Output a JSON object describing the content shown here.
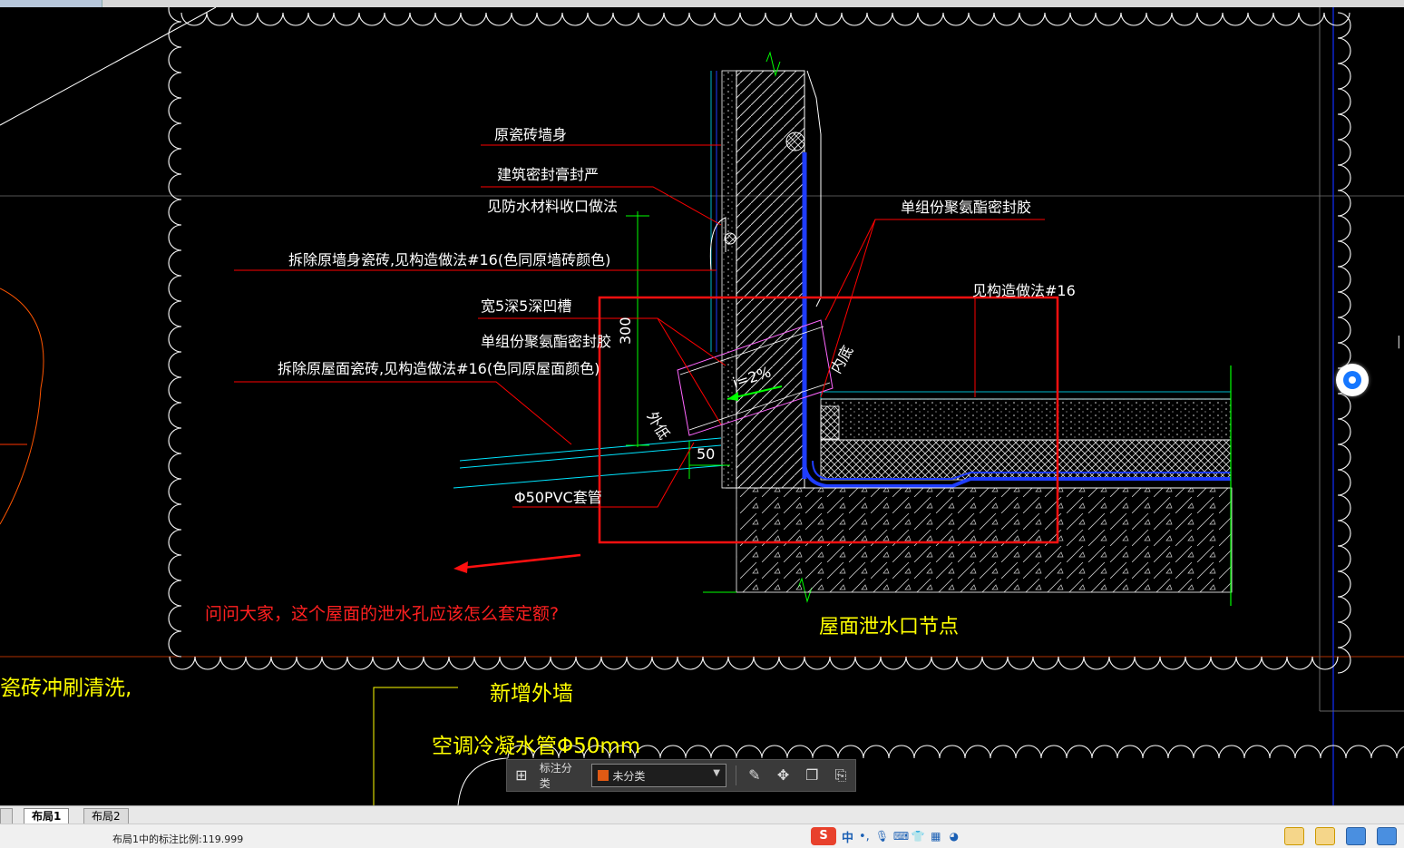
{
  "window": {
    "title_tab": ""
  },
  "drawing": {
    "labels": {
      "orig_wall": "原瓷砖墙身",
      "sealant": "建筑密封膏封严",
      "waterproof_edge": "见防水材料收口做法",
      "remove_wall_tile": "拆除原墙身瓷砖,见构造做法#16(色同原墙砖颜色)",
      "groove": "宽5深5深凹槽",
      "pu_seal_left": "单组份聚氨酯密封胶",
      "remove_roof_tile": "拆除原屋面瓷砖,见构造做法#16(色同原屋面颜色)",
      "pu_seal_right": "单组份聚氨酯密封胶",
      "see_detail": "见构造做法#16",
      "dim_300": "300",
      "slope": "i=2%",
      "inner_bottom": "内底",
      "outer_bottom": "外低",
      "dim_50": "50",
      "pvc_pipe": "Φ50PVC套管",
      "node_title": "屋面泄水口节点",
      "question": "问问大家，这个屋面的泄水孔应该怎么套定额?",
      "tile_wash": "瓷砖冲刷清洗,",
      "new_wall": "新增外墙",
      "ac_pipe": "空调冷凝水管Φ50mm"
    }
  },
  "annotation_toolbar": {
    "category_label": "标注分类",
    "category_value": "未分类",
    "swatch_color": "#e05a14"
  },
  "layout_tabs": {
    "tab1": "布局1",
    "tab2": "布局2"
  },
  "status": {
    "scale_text": "布局1中的标注比例:119.999"
  },
  "ime": {
    "logo": "S",
    "lang": "中",
    "punct": "•,"
  },
  "colors": {
    "cad_white": "#ffffff",
    "cad_yellow": "#ffff00",
    "cad_red": "#ff0000",
    "cad_blue": "#1f3dff",
    "cad_cyan": "#00e5ff",
    "cad_green": "#00ff00"
  }
}
